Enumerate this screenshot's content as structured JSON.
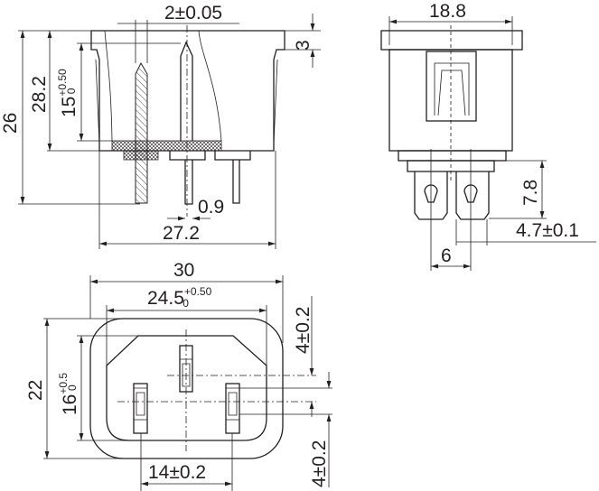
{
  "title": "IEC C14 socket dimension drawing",
  "side_view": {
    "dim_pin_pitch": "2±0.05",
    "dim_flange": "3",
    "dim_height_total": "26",
    "dim_height_body": "28.2",
    "dim_pin_len": "15",
    "dim_pin_len_tol_upper": "+0.50",
    "dim_pin_len_tol_lower": "0",
    "dim_pin_width": "0.9",
    "dim_body_width": "27.2"
  },
  "end_view": {
    "dim_flange_width": "18.8",
    "dim_tab_height": "7.8",
    "dim_tab_width": "4.7±0.1",
    "dim_tab_pitch": "6"
  },
  "front_view": {
    "dim_outer_width": "30",
    "dim_inner_width": "24.5",
    "dim_inner_width_tol_upper": "+0.50",
    "dim_inner_width_tol_lower": "0",
    "dim_outer_height": "22",
    "dim_inner_height": "16",
    "dim_inner_height_tol_upper": "+0.5",
    "dim_inner_height_tol_lower": "0",
    "dim_pin_spacing": "14±0.2",
    "dim_earth_offset": "4±0.2",
    "dim_pin_offset": "4±0.2"
  }
}
